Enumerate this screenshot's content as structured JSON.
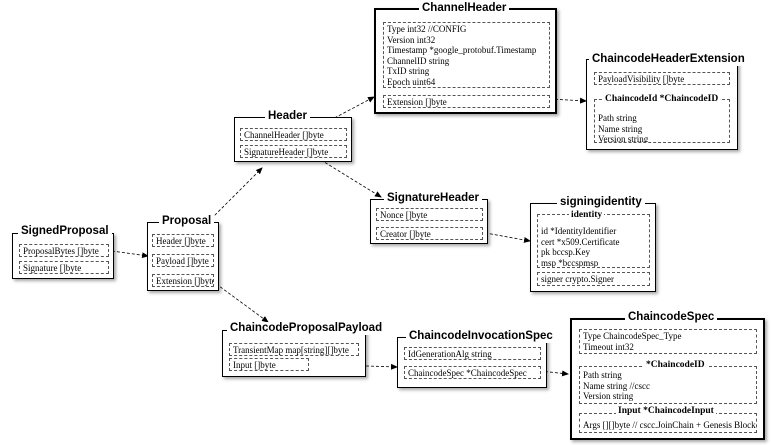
{
  "channel_header": {
    "title": "ChannelHeader",
    "fields": [
      "Type int32 //CONFIG",
      "Version int32",
      "Timestamp *google_protobuf.Timestamp",
      "ChannelID string",
      "TxID string",
      "Epoch uint64"
    ],
    "extension": "Extension []byte"
  },
  "chaincode_header_extension": {
    "title": "ChaincodeHeaderExtension",
    "payload_visibility": "PayloadVisibility []byte",
    "chaincode_id_title": "ChaincodeId *ChaincodeID",
    "chaincode_id_fields": [
      "Path string",
      "Name string",
      "Version string"
    ]
  },
  "header": {
    "title": "Header",
    "fields": [
      "ChannelHeader []byte",
      "SignatureHeader []byte"
    ]
  },
  "signature_header": {
    "title": "SignatureHeader",
    "fields": [
      "Nonce []byte",
      "Creator []byte"
    ]
  },
  "signing_identity": {
    "title": "signingidentity",
    "identity_title": "identity",
    "identity_fields": [
      "id *IdentityIdentifier",
      "cert *x509.Certificate",
      "pk bccsp.Key",
      "msp *bccspmsp"
    ],
    "signer": "signer crypto.Signer"
  },
  "signed_proposal": {
    "title": "SignedProposal",
    "fields": [
      "ProposalBytes []byte",
      "Signature []byte"
    ]
  },
  "proposal": {
    "title": "Proposal",
    "fields": [
      "Header []byte",
      "Payload []byte",
      "Extension []byte"
    ]
  },
  "chaincode_proposal_payload": {
    "title": "ChaincodeProposalPayload",
    "fields": [
      "TransientMap map[string][]byte",
      "Input []byte"
    ]
  },
  "chaincode_invocation_spec": {
    "title": "ChaincodeInvocationSpec",
    "fields": [
      "IdGenerationAlg string",
      "ChaincodeSpec *ChaincodeSpec"
    ]
  },
  "chaincode_spec": {
    "title": "ChaincodeSpec",
    "fields": [
      "Type ChaincodeSpec_Type",
      "Timeout int32"
    ],
    "chaincode_id_title": "*ChaincodeID",
    "chaincode_id_fields": [
      "Path string",
      "Name string //cscc",
      "Version string"
    ],
    "input_title": "Input *ChaincodeInput",
    "input_fields": [
      "Args [][]byte // cscc.JoinChain + Genesis Block"
    ]
  }
}
